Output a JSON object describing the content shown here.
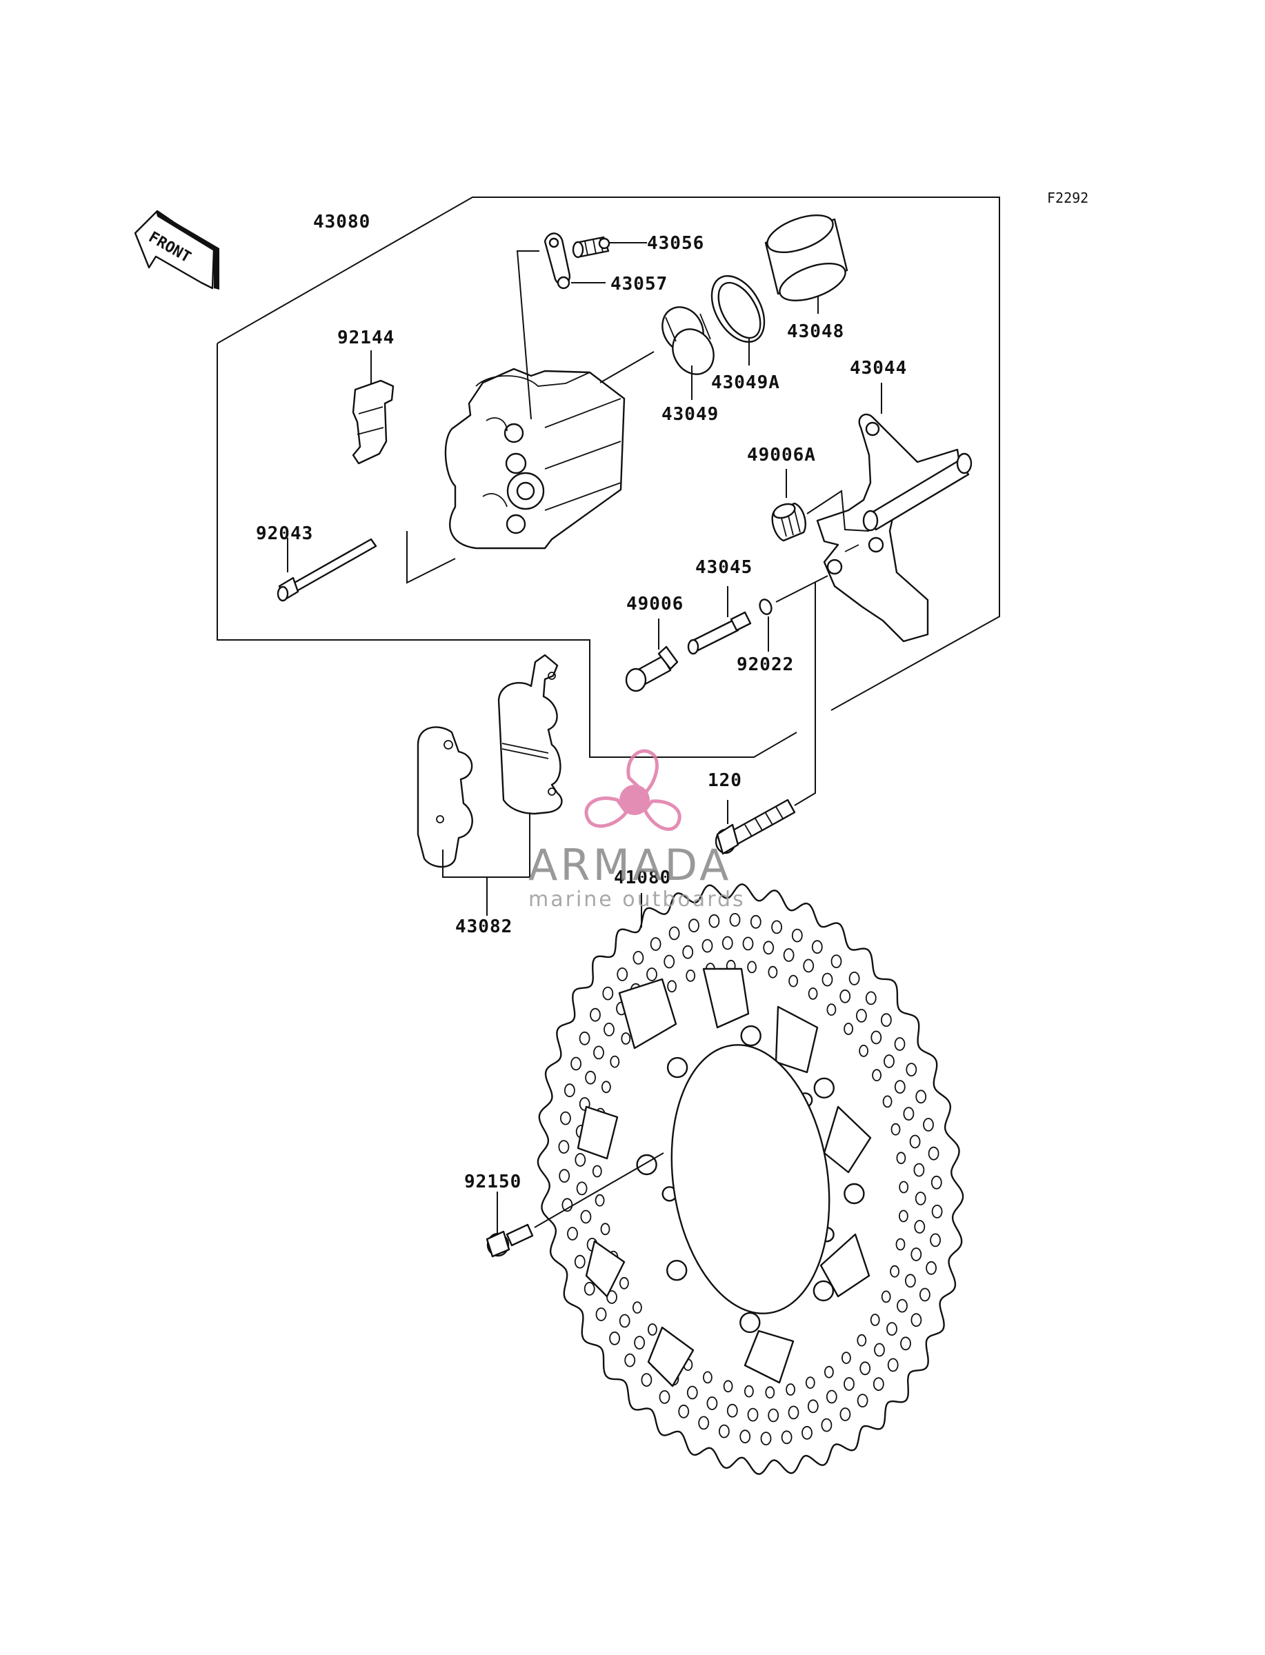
{
  "diagram_code": "F2292",
  "front_marker": "FRONT",
  "watermark": {
    "brand": "ARMADA",
    "tagline": "marine outboards",
    "logo_color": "#e07aa8"
  },
  "parts": {
    "p43080": "43080",
    "p43056": "43056",
    "p43057": "43057",
    "p43048": "43048",
    "p92144": "92144",
    "p43049A": "43049A",
    "p43044": "43044",
    "p43049": "43049",
    "p49006A": "49006A",
    "p92043": "92043",
    "p43045": "43045",
    "p49006": "49006",
    "p92022": "92022",
    "p120": "120",
    "p41080": "41080",
    "p43082": "43082",
    "p92150": "92150"
  }
}
